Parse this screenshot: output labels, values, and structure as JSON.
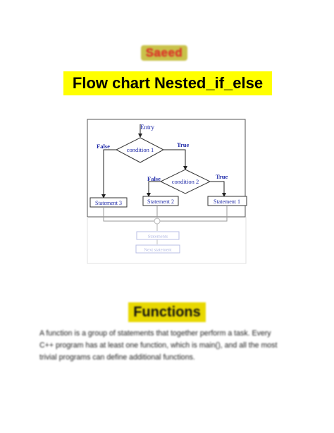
{
  "header": {
    "author": "Saeed",
    "title": "Flow chart Nested_if_else"
  },
  "flowchart": {
    "entry": "Entry",
    "condition1": "condition 1",
    "condition2": "condition 2",
    "false1": "False",
    "true1": "True",
    "false2": "False",
    "true2": "True",
    "statement3": "Statement 3",
    "statement2": "Statement 2",
    "statement1": "Statement 1",
    "statements_box": "Statements",
    "next_statement_box": "Next statement"
  },
  "section": {
    "heading": "Functions",
    "paragraph": "A function is a group of statements that together perform a task. Every\nC++ program has at least one function, which is main(), and all the most\ntrivial programs can define additional functions."
  },
  "colors": {
    "title_bg": "#ffff00",
    "flowchart_text": "#1f2aa8",
    "author_text": "#e03c2d"
  }
}
